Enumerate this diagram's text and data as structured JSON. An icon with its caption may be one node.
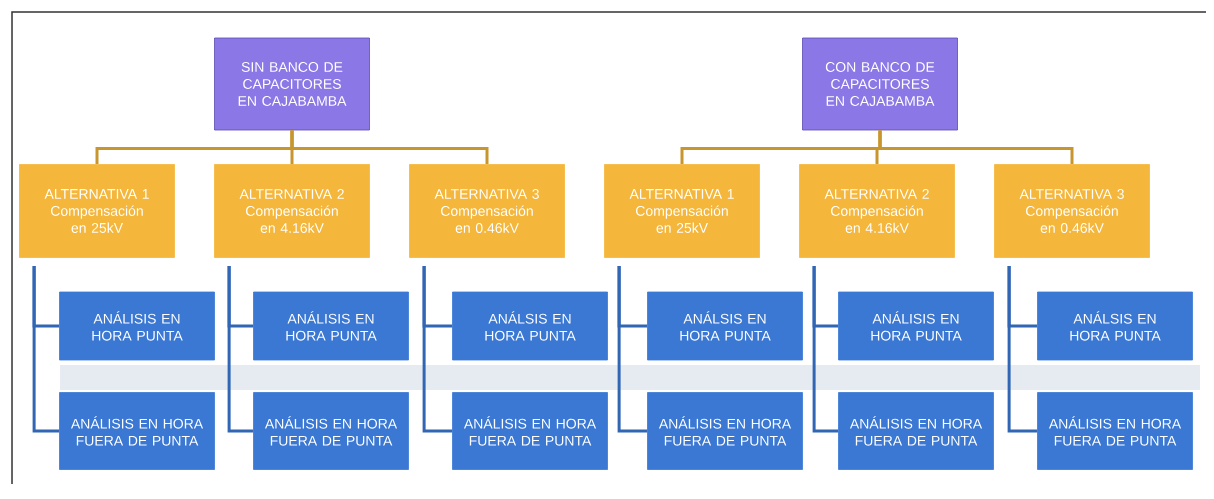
{
  "diagram": {
    "nodes": [
      {
        "text": [
          "SIN BANCO DE CAPACITORES EN CAJABAMBA"
        ]
      },
      {
        "text": [
          "ALTERNATIVA 1",
          "Compensación en 25kV"
        ]
      },
      {
        "text": [
          "ALTERNATIVA 2",
          "Compensación en 4.16kV"
        ]
      },
      {
        "text": [
          "ALTERNATIVA 3",
          "Compensación en 0.46kV"
        ]
      },
      {
        "text": [
          "CON BANCO DE CAPACITORES EN CAJABAMBA"
        ]
      },
      {
        "text": [
          "ALTERNATIVA 1",
          "Compensación en 25kV"
        ]
      },
      {
        "text": [
          "ALTERNATIVA 2",
          "Compensación en 4.16kV"
        ]
      },
      {
        "text": [
          "ALTERNATIVA 3",
          "Compensación en 0.46kV"
        ]
      },
      {
        "text": [
          "ANÁLISIS EN HORA PUNTA"
        ]
      },
      {
        "text": [
          "ANÁLISIS EN HORA PUNTA"
        ]
      },
      {
        "text": [
          "ANÁLSIS EN HORA PUNTA"
        ]
      },
      {
        "text": [
          "ANÁLSIS EN HORA PUNTA"
        ]
      },
      {
        "text": [
          "ANÁLISIS EN HORA PUNTA"
        ]
      },
      {
        "text": [
          "ANÁLSIS EN HORA PUNTA"
        ]
      },
      {
        "text": [
          "ANÁLISIS EN HORA FUERA DE PUNTA"
        ]
      },
      {
        "text": [
          "ANÁLISIS EN HORA FUERA DE PUNTA"
        ]
      },
      {
        "text": [
          "ANÁLISIS EN HORA FUERA DE PUNTA"
        ]
      },
      {
        "text": [
          "ANÁLISIS EN HORA FUERA DE PUNTA"
        ]
      },
      {
        "text": [
          "ANÁLISIS EN HORA FUERA DE PUNTA"
        ]
      },
      {
        "text": [
          "ANÁLISIS EN HORA FUERA DE PUNTA"
        ]
      }
    ],
    "edges": [
      {
        "from": 0,
        "to": 1,
        "arrow": "none",
        "color": "#c8962e"
      },
      {
        "from": 0,
        "to": 2,
        "arrow": "none",
        "color": "#c8962e"
      },
      {
        "from": 0,
        "to": 3,
        "arrow": "none",
        "color": "#c8962e"
      },
      {
        "from": 4,
        "to": 5,
        "arrow": "none",
        "color": "#c8962e"
      },
      {
        "from": 4,
        "to": 6,
        "arrow": "none",
        "color": "#c8962e"
      },
      {
        "from": 4,
        "to": 7,
        "arrow": "none",
        "color": "#c8962e"
      },
      {
        "from": 1,
        "to": 8,
        "arrow": "none"
      },
      {
        "from": 1,
        "to": 14,
        "arrow": "none"
      },
      {
        "from": 2,
        "to": 9,
        "arrow": "none"
      },
      {
        "from": 2,
        "to": 15,
        "arrow": "none"
      },
      {
        "from": 3,
        "to": 10,
        "arrow": "none"
      },
      {
        "from": 3,
        "to": 16,
        "arrow": "none"
      },
      {
        "from": 5,
        "to": 11,
        "arrow": "none"
      },
      {
        "from": 5,
        "to": 17,
        "arrow": "none"
      },
      {
        "from": 6,
        "to": 12,
        "arrow": "none"
      },
      {
        "from": 6,
        "to": 18,
        "arrow": "none"
      },
      {
        "from": 7,
        "to": 13,
        "arrow": "none"
      },
      {
        "from": 7,
        "to": 19,
        "arrow": "none"
      }
    ]
  }
}
